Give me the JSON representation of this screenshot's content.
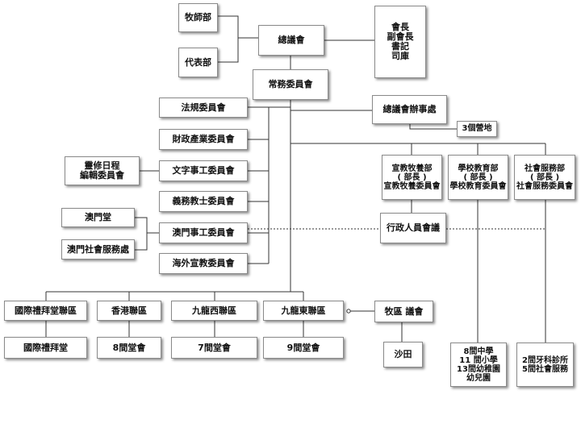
{
  "nodes": {
    "pastoral_dept": "牧師部",
    "rep_dept": "代表部",
    "general_assembly": "總議會",
    "officers": [
      "會長",
      "副會長",
      "書記",
      "司庫"
    ],
    "standing_committee": "常務委員會",
    "regulations_committee": "法規委員會",
    "finance_committee": "財政產業委員會",
    "literature_committee": "文字事工委員會",
    "calendar_committee": [
      "靈修日程",
      "編輯委員會"
    ],
    "pastoral_staff_committee": "義務教士委員會",
    "macau_committee": "澳門事工委員會",
    "macau_church": "澳門堂",
    "macau_social_service": "澳門社會服務處",
    "overseas_committee": "海外宣教委員會",
    "assembly_office": "總議會辦事處",
    "campsites": "3個營地",
    "mission_dept": [
      "宣教牧養部",
      "部長",
      "宣教牧養委員會"
    ],
    "education_dept": [
      "學校教育部",
      "部長",
      "學校教育委員會"
    ],
    "social_dept": [
      "社會服務部",
      "部長",
      "社會服務委員會"
    ],
    "admin_meeting": "行政人員會議",
    "intl_district": "國際禮拜堂聯區",
    "intl_church": "國際禮拜堂",
    "hk_district": "香港聯區",
    "hk_churches": "8間堂會",
    "klnw_district": "九龍西聯區",
    "klnw_churches": "7間堂會",
    "klne_district": "九龍東聯區",
    "klne_churches": "9間堂會",
    "pastoral_district_council": "牧區 議會",
    "shatin": "沙田",
    "schools": [
      "8間中學",
      "11 間小學",
      "13間幼稚園",
      "幼兒園"
    ],
    "social_services": [
      "2間牙科診所",
      "5間社會服務"
    ]
  }
}
